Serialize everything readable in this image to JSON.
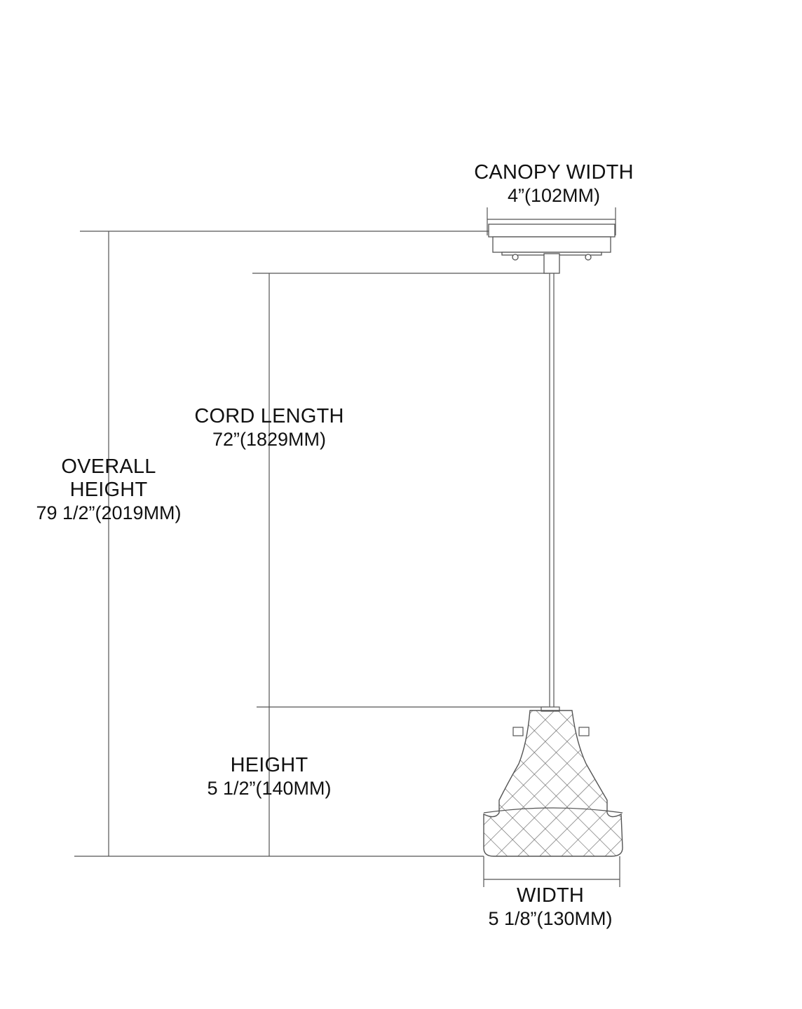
{
  "canopy": {
    "title": "CANOPY WIDTH",
    "value": "4”(102MM)"
  },
  "cord": {
    "title": "CORD LENGTH",
    "value": "72”(1829MM)"
  },
  "overall": {
    "title_line1": "OVERALL",
    "title_line2": "HEIGHT",
    "value": "79 1/2”(2019MM)"
  },
  "shade_height": {
    "title": "HEIGHT",
    "value": "5 1/2”(140MM)"
  },
  "width": {
    "title": "WIDTH",
    "value": "5 1/8”(130MM)"
  },
  "colors": {
    "line": "#555555",
    "text": "#111111",
    "background": "#ffffff"
  }
}
